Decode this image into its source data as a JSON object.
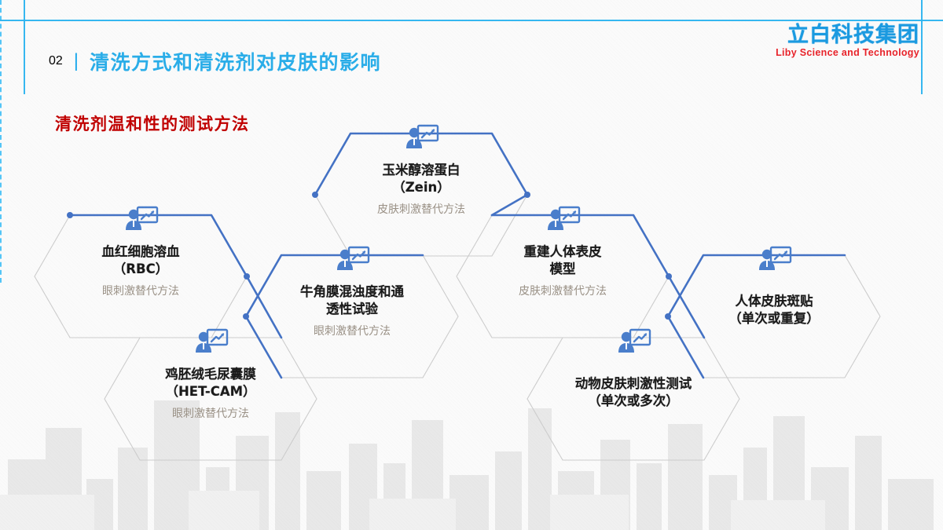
{
  "header": {
    "section_number": "02",
    "divider": "|",
    "title": "清洗方式和清洗剂对皮肤的影响",
    "subtitle": "清洗剂温和性的测试方法",
    "accent_blue": "#2aade8",
    "subtitle_red": "#c00000"
  },
  "logo": {
    "cn": "立白科技集团",
    "en": "Liby Science and Technology",
    "cn_color": "#1b9ae0",
    "en_color": "#e8232a"
  },
  "diagram": {
    "type": "hexagon-flow",
    "icon_name": "presenter-chart-icon",
    "hex_outline_color": "#cfcfcf",
    "hex_accent_color": "#4472c4",
    "nodes": [
      {
        "id": "rbc",
        "title": "血红细胞溶血\n（RBC）",
        "subtitle": "眼刺激替代方法"
      },
      {
        "id": "hetcam",
        "title": "鸡胚绒毛尿囊膜\n（HET-CAM）",
        "subtitle": "眼刺激替代方法"
      },
      {
        "id": "bcop",
        "title": "牛角膜混浊度和通\n透性试验",
        "subtitle": "眼刺激替代方法"
      },
      {
        "id": "zein",
        "title": "玉米醇溶蛋白\n（Zein）",
        "subtitle": "皮肤刺激替代方法"
      },
      {
        "id": "rhe",
        "title": "重建人体表皮\n模型",
        "subtitle": "皮肤刺激替代方法"
      },
      {
        "id": "animal",
        "title": "动物皮肤刺激性测试\n（单次或多次）",
        "subtitle": ""
      },
      {
        "id": "patch",
        "title": "人体皮肤斑贴\n（单次或重复）",
        "subtitle": ""
      }
    ]
  }
}
